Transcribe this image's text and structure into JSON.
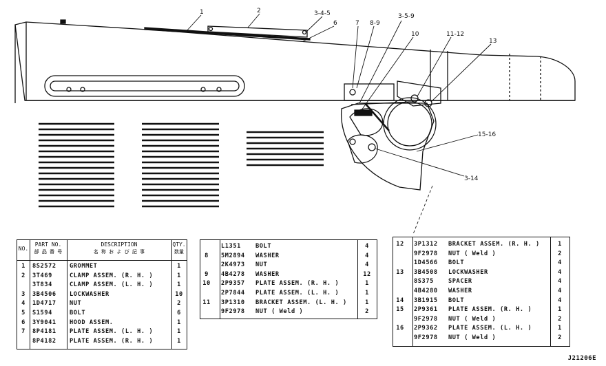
{
  "callouts": [
    {
      "id": "c1",
      "text": "1"
    },
    {
      "id": "c2",
      "text": "2"
    },
    {
      "id": "c345",
      "text": "3-4-5"
    },
    {
      "id": "c6",
      "text": "6"
    },
    {
      "id": "c7",
      "text": "7"
    },
    {
      "id": "c89",
      "text": "8-9"
    },
    {
      "id": "c359",
      "text": "3-5-9"
    },
    {
      "id": "c10",
      "text": "10"
    },
    {
      "id": "c1112",
      "text": "11-12"
    },
    {
      "id": "c13",
      "text": "13"
    },
    {
      "id": "c1516",
      "text": "15-16"
    },
    {
      "id": "c314",
      "text": "3-14"
    }
  ],
  "table1": {
    "headers": {
      "no": "NO.",
      "part": "PART NO.",
      "part_jp": "部 品 番 号",
      "desc": "DESCRIPTION",
      "desc_jp": "名 称 お よ び 記 事",
      "qty": "QTY.",
      "qty_jp": "数量"
    },
    "rows": [
      {
        "no": "1",
        "part": "8S2572",
        "desc": "GROMMET",
        "qty": "1"
      },
      {
        "no": "2",
        "part": "3T469",
        "desc": "CLAMP ASSEM. (R. H. )",
        "qty": "1"
      },
      {
        "no": "",
        "part": "3T834",
        "desc": "CLAMP ASSEM. (L. H. )",
        "qty": "1"
      },
      {
        "no": "3",
        "part": "3B4506",
        "desc": "LOCKWASHER",
        "qty": "10"
      },
      {
        "no": "4",
        "part": "1D4717",
        "desc": "NUT",
        "qty": "2"
      },
      {
        "no": "5",
        "part": "S1594",
        "desc": "BOLT",
        "qty": "6"
      },
      {
        "no": "6",
        "part": "3Y9041",
        "desc": "HOOD ASSEM.",
        "qty": "1"
      },
      {
        "no": "7",
        "part": "8P4181",
        "desc": "PLATE ASSEM. (L. H. )",
        "qty": "1"
      },
      {
        "no": "",
        "part": "8P4182",
        "desc": "PLATE ASSEM. (R. H. )",
        "qty": "1"
      }
    ]
  },
  "table2": {
    "rows": [
      {
        "no": "",
        "part": "L1351",
        "desc": "BOLT",
        "qty": "4"
      },
      {
        "no": "8",
        "part": "5M2894",
        "desc": "WASHER",
        "qty": "4"
      },
      {
        "no": "",
        "part": "2K4973",
        "desc": "NUT",
        "qty": "4"
      },
      {
        "no": "9",
        "part": "4B4278",
        "desc": "WASHER",
        "qty": "12"
      },
      {
        "no": "10",
        "part": "2P9357",
        "desc": "PLATE ASSEM. (R. H. )",
        "qty": "1"
      },
      {
        "no": "",
        "part": "2P7844",
        "desc": "PLATE ASSEM. (L. H. )",
        "qty": "1"
      },
      {
        "no": "11",
        "part": "3P1310",
        "desc": "BRACKET ASSEM. (L. H. )",
        "qty": "1"
      },
      {
        "no": "",
        "part": "9F2978",
        "desc": "   NUT  ( Weld )",
        "qty": "2"
      }
    ]
  },
  "table3": {
    "rows": [
      {
        "no": "12",
        "part": "3P1312",
        "desc": "BRACKET ASSEM. (R. H. )",
        "qty": "1"
      },
      {
        "no": "",
        "part": "9F2978",
        "desc": "   NUT   ( Weld )",
        "qty": "2"
      },
      {
        "no": "",
        "part": "1D4566",
        "desc": "BOLT",
        "qty": "4"
      },
      {
        "no": "13",
        "part": "3B4508",
        "desc": "LOCKWASHER",
        "qty": "4"
      },
      {
        "no": "",
        "part": "8S375",
        "desc": "SPACER",
        "qty": "4"
      },
      {
        "no": "",
        "part": "4B4280",
        "desc": "WASHER",
        "qty": "4"
      },
      {
        "no": "14",
        "part": "3B1915",
        "desc": "BOLT",
        "qty": "4"
      },
      {
        "no": "15",
        "part": "2P9361",
        "desc": "PLATE ASSEM. (R. H. )",
        "qty": "1"
      },
      {
        "no": "",
        "part": "9F2978",
        "desc": "   NUT   ( Weld )",
        "qty": "2"
      },
      {
        "no": "16",
        "part": "2P9362",
        "desc": "PLATE ASSEM. (L. H. )",
        "qty": "1"
      },
      {
        "no": "",
        "part": "9F2978",
        "desc": "   NUT   ( Weld )",
        "qty": "2"
      }
    ]
  },
  "drawing_code": "J21206E"
}
